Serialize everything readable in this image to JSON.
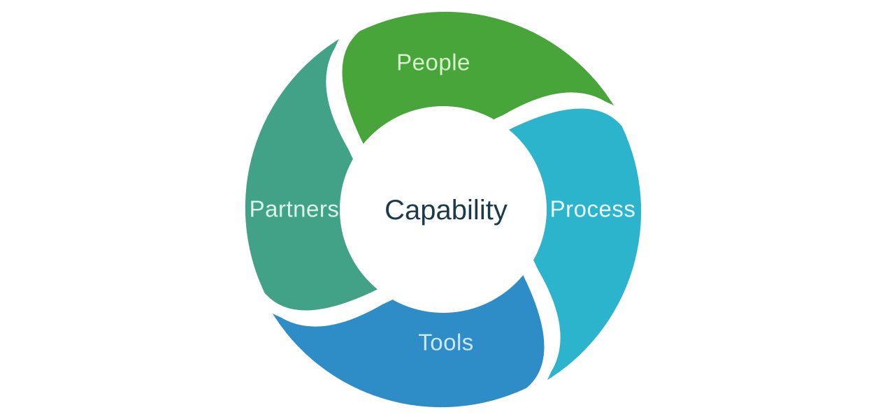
{
  "diagram": {
    "type": "cycle-pinwheel",
    "center_label": "Capability",
    "center_label_color": "#1C3B4A",
    "background_color": "#FFFFFF",
    "gap_color": "#FFFFFF"
  },
  "segments": [
    {
      "label": "People",
      "position": "top",
      "color": "#47A53A",
      "label_color": "#D8F1CF"
    },
    {
      "label": "Process",
      "position": "right",
      "color": "#2DB4CD",
      "label_color": "#E8FAFC"
    },
    {
      "label": "Tools",
      "position": "bottom",
      "color": "#2E8CC7",
      "label_color": "#CBE7F8"
    },
    {
      "label": "Partners",
      "position": "left",
      "color": "#41A288",
      "label_color": "#DAF2EA"
    }
  ]
}
